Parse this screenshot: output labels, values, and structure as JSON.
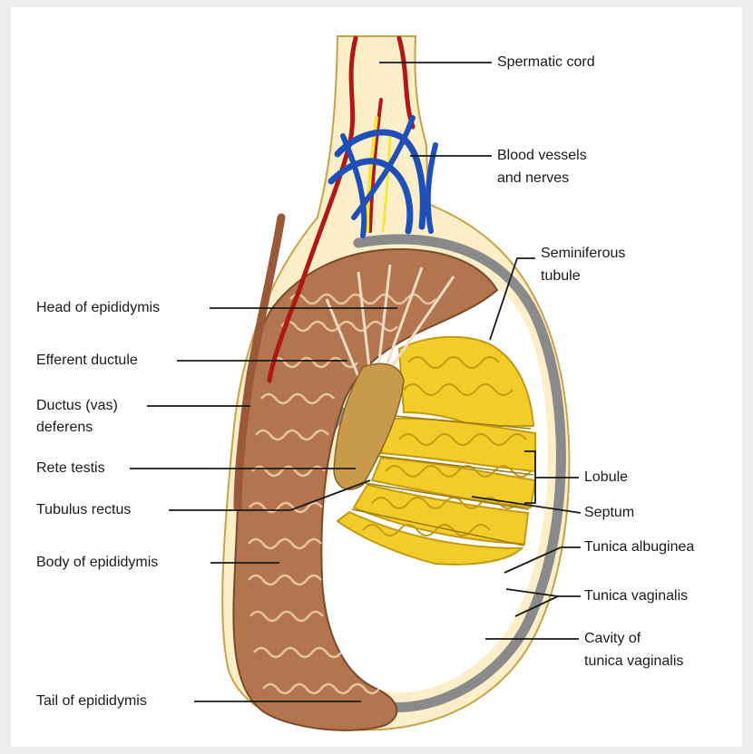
{
  "labels": {
    "spermatic_cord": "Spermatic cord",
    "blood_vessels_1": "Blood vessels",
    "blood_vessels_2": "and nerves",
    "seminiferous_1": "Seminiferous",
    "seminiferous_2": "tubule",
    "head_epididymis": "Head of epididymis",
    "efferent_ductule": "Efferent ductule",
    "ductus_1": "Ductus (vas)",
    "ductus_2": "deferens",
    "rete_testis": "Rete testis",
    "tubulus_rectus": "Tubulus rectus",
    "body_epididymis": "Body of epididymis",
    "tail_epididymis": "Tail of epididymis",
    "lobule": "Lobule",
    "septum": "Septum",
    "tunica_albuginea": "Tunica albuginea",
    "tunica_vaginalis": "Tunica vaginalis",
    "cavity_1": "Cavity of",
    "cavity_2": "tunica vaginalis"
  },
  "colors": {
    "background": "#ededed",
    "panel": "#ffffff",
    "cord": "#fbeec8",
    "outline": "#c8a24a",
    "epididymis": "#b3754e",
    "epididymis_coil": "#e7c3a0",
    "tubule_yellow": "#f2cd2a",
    "tubule_dark": "#c19a12",
    "albuginea": "#8a8a8a",
    "artery": "#b01717",
    "vein": "#1f4fb8",
    "nerve": "#f4e640"
  }
}
